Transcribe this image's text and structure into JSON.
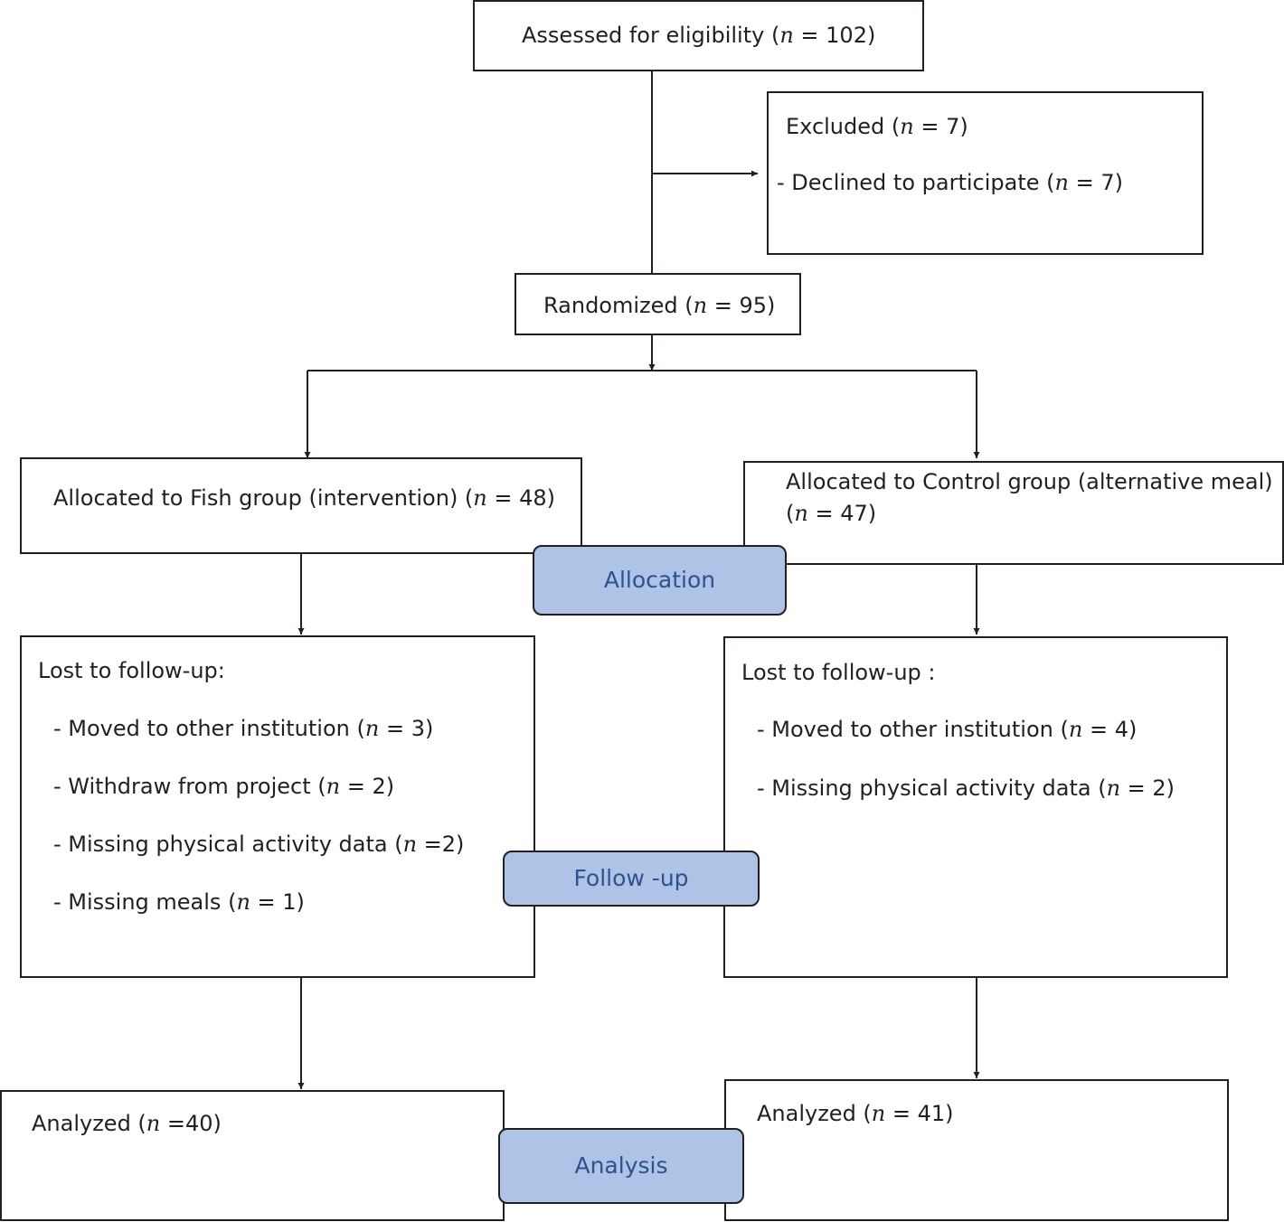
{
  "boxes": {
    "assessed": {
      "label": "Assessed for eligibility (",
      "n": "n",
      "value": " = 102)"
    },
    "excluded": {
      "title": {
        "label": "Excluded (",
        "n": "n",
        "value": " = 7)"
      },
      "reason": {
        "label": "- Declined to participate (",
        "n": "n",
        "value": " = 7)"
      }
    },
    "randomized": {
      "label": "Randomized (",
      "n": "n",
      "value": " = 95)"
    },
    "alloc_fish": {
      "label": "Allocated to Fish group (intervention) (",
      "n": "n",
      "value": " = 48)"
    },
    "alloc_control": {
      "line1": "Allocated to Control group (alternative meal)",
      "line2": {
        "label": "(",
        "n": "n",
        "value": " = 47)"
      }
    },
    "lost_fish": {
      "title": "Lost to follow-up:",
      "items": [
        {
          "label": "- Moved to other institution (",
          "n": "n",
          "value": " = 3)"
        },
        {
          "label": "- Withdraw from project (",
          "n": "n",
          "value": " = 2)"
        },
        {
          "label": "- Missing physical activity data (",
          "n": "n",
          "value": " =2)"
        },
        {
          "label": "- Missing meals (",
          "n": "n",
          "value": " = 1)"
        }
      ]
    },
    "lost_control": {
      "title": "Lost to follow-up :",
      "items": [
        {
          "label": "- Moved to other institution (",
          "n": "n",
          "value": " = 4)"
        },
        {
          "label": "- Missing physical activity data (",
          "n": "n",
          "value": " = 2)"
        }
      ]
    },
    "analyzed_fish": {
      "label": "Analyzed (",
      "n": "n",
      "value": " =40)"
    },
    "analyzed_control": {
      "label": "Analyzed (",
      "n": "n",
      "value": " = 41)"
    }
  },
  "stages": {
    "allocation": "Allocation",
    "followup": "Follow -up",
    "analysis": "Analysis"
  },
  "colors": {
    "stage_fill": "#aec3e5",
    "stage_text": "#2e5190",
    "line": "#231f20"
  }
}
